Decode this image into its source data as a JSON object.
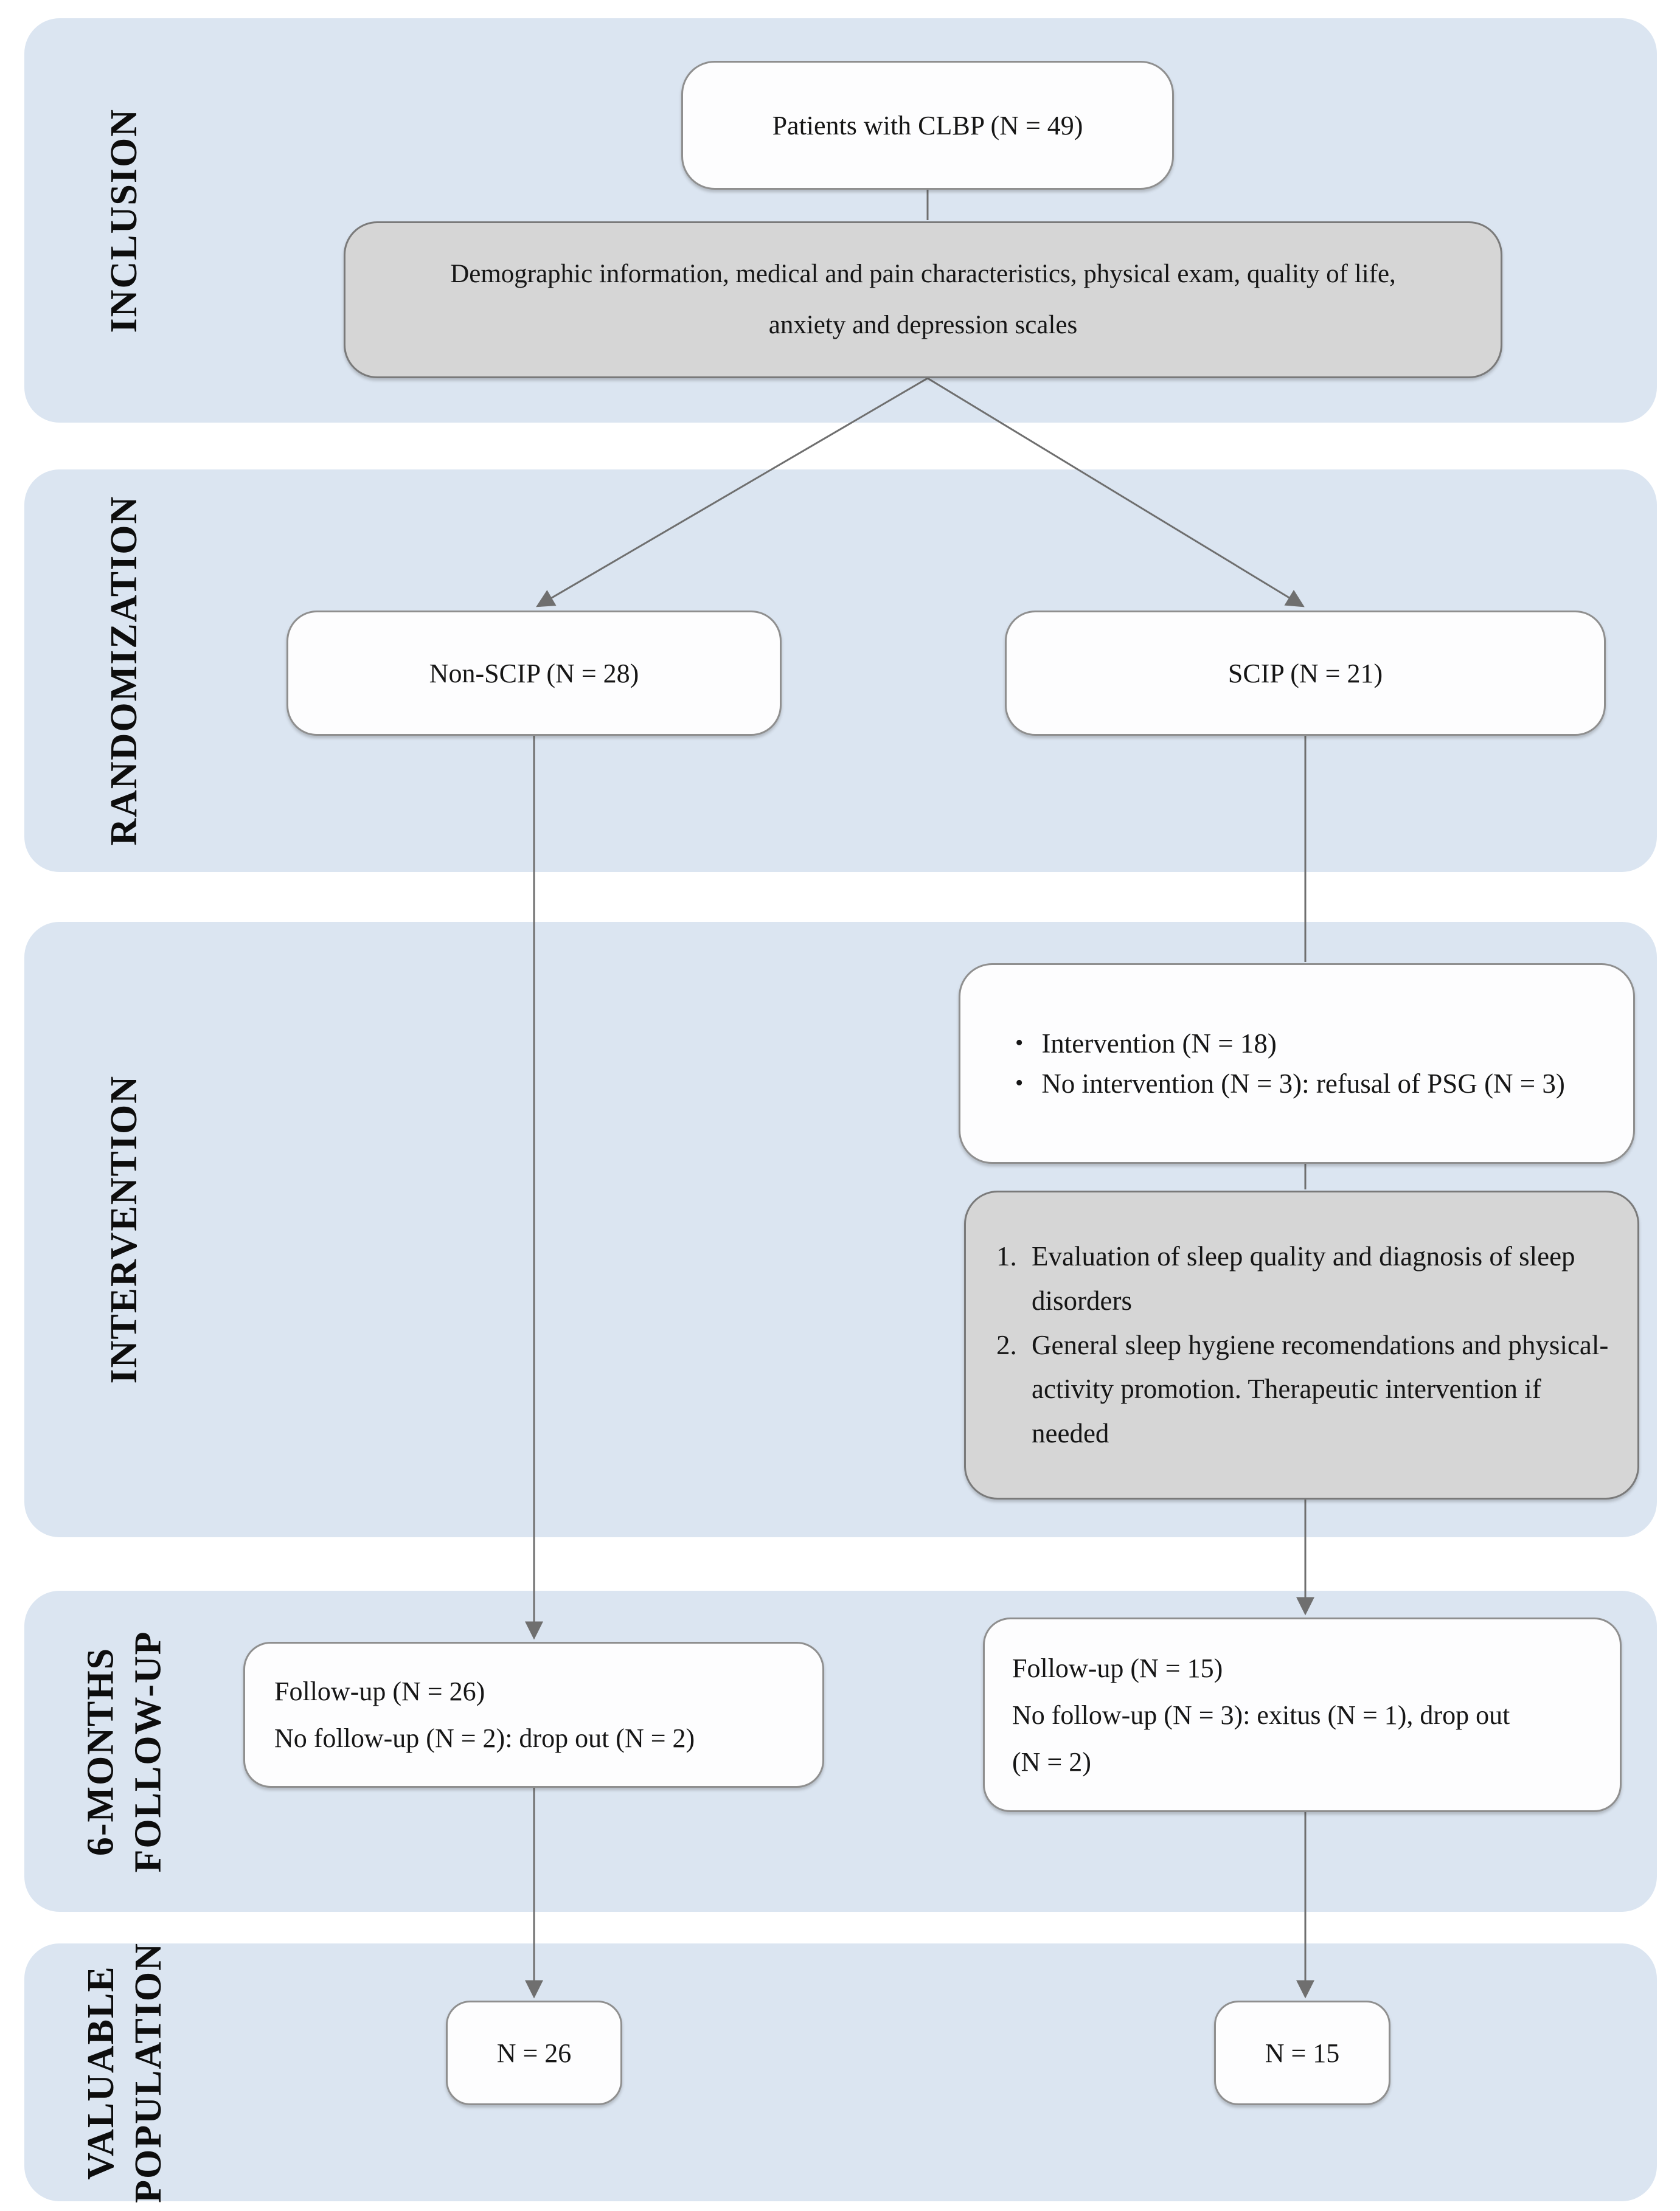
{
  "figure": {
    "type": "clinical-trial-flow-diagram",
    "colors": {
      "band_blue": "#dbe5f1",
      "gray_box": "#d6d6d6",
      "white_box": "#fdfdfe",
      "connector": "#6f6f6f",
      "text": "#161616"
    }
  },
  "bands": [
    {
      "label_lines": [
        "INCLUSION"
      ]
    },
    {
      "label_lines": [
        "RANDOMIZATION"
      ]
    },
    {
      "label_lines": [
        "INTERVENTION"
      ]
    },
    {
      "label_lines": [
        "6-MONTHS",
        "FOLLOW-UP"
      ]
    },
    {
      "label_lines": [
        "VALUABLE",
        "POPULATION"
      ]
    }
  ],
  "nodes": {
    "patients": {
      "text": "Patients with CLBP (N = 49)"
    },
    "demographics": {
      "line1": "Demographic information, medical and pain characteristics, physical exam, quality of life,",
      "line2": "anxiety and depression scales"
    },
    "non_scip": {
      "text": "Non-SCIP (N = 28)"
    },
    "scip": {
      "text": "SCIP (N = 21)"
    },
    "intervention_list": {
      "bullet_char": "•",
      "items": [
        "Intervention (N = 18)",
        "No intervention (N = 3): refusal of PSG (N = 3)"
      ]
    },
    "program": {
      "items": [
        {
          "num": "1.",
          "text": "Evaluation of sleep quality and diagnosis of sleep disorders"
        },
        {
          "num": "2.",
          "text": "General sleep hygiene recomendations and physical-activity promotion. Therapeutic intervention if needed"
        }
      ]
    },
    "followup_left": {
      "line1": "Follow-up (N = 26)",
      "line2": "No follow-up (N = 2): drop out (N = 2)"
    },
    "followup_right": {
      "line1": "Follow-up (N = 15)",
      "line2": "No follow-up (N = 3): exitus (N = 1), drop out",
      "line3": "(N = 2)"
    },
    "n_left": {
      "text": "N = 26"
    },
    "n_right": {
      "text": "N = 15"
    }
  }
}
